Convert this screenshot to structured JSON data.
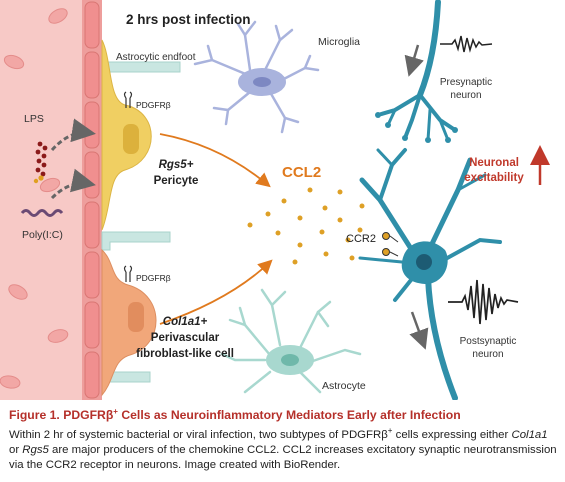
{
  "figure": {
    "header": "2 hrs post infection",
    "labels": {
      "astrocytic_endfoot": "Astrocytic endfoot",
      "microglia": "Microglia",
      "presynaptic": "Presynaptic",
      "presynaptic_neuron": "neuron",
      "pdgfrb_1": "PDGFRβ",
      "pdgfrb_2": "PDGFRβ",
      "lps": "LPS",
      "polyic": "Poly(I:C)",
      "rgs5_line1": "Rgs5+",
      "rgs5_line2": "Pericyte",
      "ccl2": "CCL2",
      "ccr2": "CCR2",
      "neuronal_line1": "Neuronal",
      "neuronal_line2": "excitability",
      "col1a1_line1": "Col1a1+",
      "col1a1_line2": "Perivascular",
      "col1a1_line3": "fibroblast-like cell",
      "postsynaptic": "Postsynaptic",
      "postsynaptic_neuron": "neuron",
      "astrocyte": "Astrocyte"
    },
    "colors": {
      "vessel": "#f7c9c6",
      "vessel_wall": "#ee9e9c",
      "endothelium": "#f08f8f",
      "rbc": "#f2a7a5",
      "pericyte": "#f0cf62",
      "fibroblast": "#f1a77a",
      "endfoot": "#c9e6e1",
      "astrocyte": "#a8d8cf",
      "microglia": "#a9b3dd",
      "neuron": "#2f8fa9",
      "ccl2": "#e07a1e",
      "dots": "#dea026",
      "red_label": "#c0392b"
    }
  },
  "caption": {
    "figure_label": "Figure 1.",
    "title_main": "PDGFRβ",
    "title_sup": "+",
    "title_rest": " Cells as Neuroinflammatory Mediators Early after Infection",
    "s1": "Within 2 hr of systemic bacterial or viral infection, two subtypes of PDGFRβ",
    "s1_sup": "+",
    "s2": " cells expressing either ",
    "gene1": "Col1a1",
    "s3": " or ",
    "gene2": "Rgs5",
    "s4": " are major producers of the chemokine CCL2. CCL2 increases excitatory synaptic neurotransmission via the CCR2 receptor in neurons. Image created with BioRender."
  }
}
